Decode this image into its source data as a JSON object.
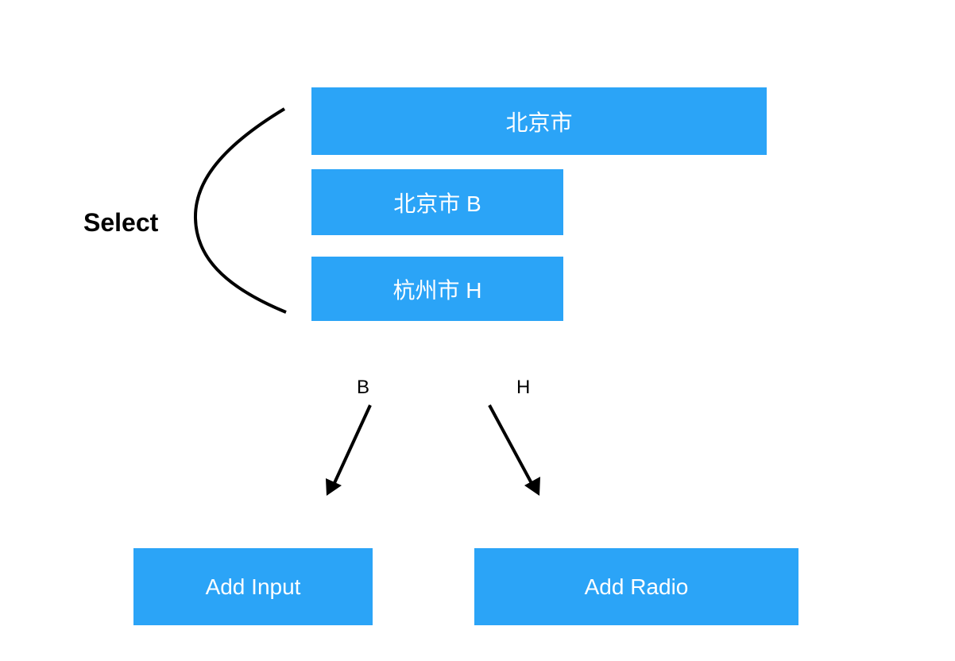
{
  "colors": {
    "box_fill": "#2ba4f7",
    "box_text": "#ffffff",
    "stroke": "#000000"
  },
  "select_label": "Select",
  "options": [
    {
      "label": "北京市"
    },
    {
      "label": "北京市 B"
    },
    {
      "label": "杭州市 H"
    }
  ],
  "branches": {
    "b_label": "B",
    "h_label": "H"
  },
  "actions": {
    "add_input": "Add Input",
    "add_radio": "Add Radio"
  }
}
